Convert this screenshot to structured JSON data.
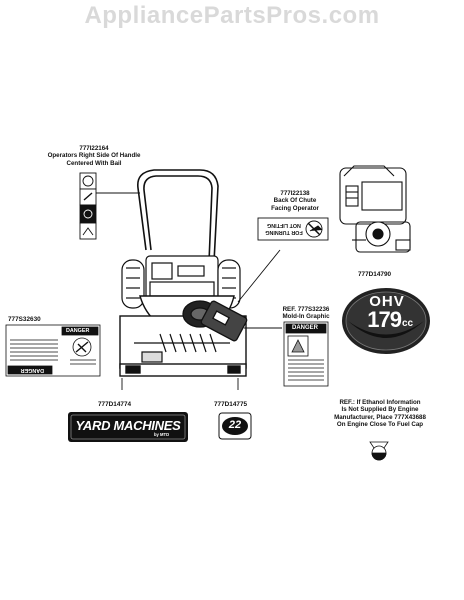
{
  "watermark": "AppliancePartsPros.com",
  "labels": {
    "handle_part": "777I22164",
    "handle_desc_1": "Operators Right Side Of Handle",
    "handle_desc_2": "Centered With Bail",
    "chute_part": "777I22138",
    "chute_desc_1": "Back Of Chute",
    "chute_desc_2": "Facing Operator",
    "engine_part": "777D14790",
    "left_part": "777S32630",
    "molded_part": "REF. 777S32236",
    "molded_desc": "Mold-In Graphic",
    "brand_part": "777D14774",
    "small_decal_part": "777D14775",
    "ref_note_1": "REF.: If Ethanol Information",
    "ref_note_2": "Is Not Supplied By Engine",
    "ref_note_3": "Manufacturer, Place 777X43688",
    "ref_note_4": "On Engine Close To Fuel Cap"
  },
  "decals": {
    "ohv_text": "OHV",
    "cc_number": "179",
    "cc_unit": "cc",
    "brand_name": "YARD MACHINES",
    "brand_sub": "by MTD",
    "small_decal_num": "22",
    "danger_word": "DANGER",
    "chute_warning_1": "FOR TURNING",
    "chute_warning_2": "NOT LIFTING"
  }
}
